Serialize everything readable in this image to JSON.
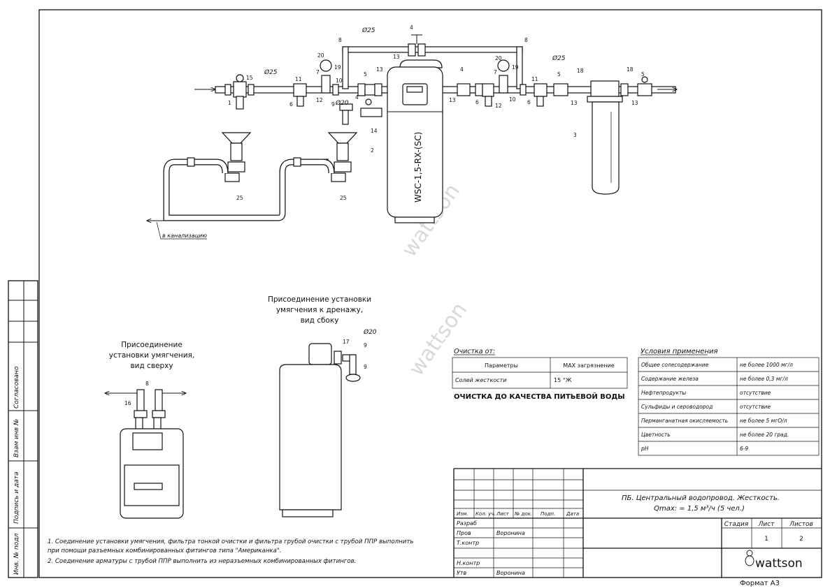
{
  "scheme": {
    "model_label": "WSC-1,5-RX-(SC)",
    "pipe_diameters": {
      "main": "Ø25",
      "drain": "Ø20"
    },
    "drain_label": "в канализацию",
    "position_numbers": [
      "1",
      "2",
      "3",
      "4",
      "5",
      "6",
      "7",
      "8",
      "9",
      "10",
      "11",
      "12",
      "13",
      "14",
      "15",
      "16",
      "17",
      "18",
      "19",
      "20",
      "25"
    ]
  },
  "side_view": {
    "title_lines": [
      "Присоединение установки",
      "умягчения к дренажу,",
      "вид сбоку"
    ],
    "diameter": "Ø20"
  },
  "top_view": {
    "title_lines": [
      "Присоединение",
      "установки умягчения,",
      "вид сверху"
    ]
  },
  "cleaning": {
    "title": "Очистка от:",
    "headers": [
      "Параметры",
      "MAX загрязнение"
    ],
    "rows": [
      {
        "param": "Солей жесткости",
        "value": "15 °Ж"
      }
    ],
    "quality_note": "ОЧИСТКА ДО КАЧЕСТВА ПИТЬЕВОЙ ВОДЫ"
  },
  "conditions": {
    "title": "Условия применения",
    "rows": [
      {
        "param": "Общее солесодержание",
        "value": "не более 1000 мг/л"
      },
      {
        "param": "Содержание железа",
        "value": "не более 0,3 мг/л"
      },
      {
        "param": "Нефтепродукты",
        "value": "отсутствие"
      },
      {
        "param": "Сульфиды и сероводород",
        "value": "отсутствие"
      },
      {
        "param": "Перманганатная окисляемость",
        "value": "не более 5 мгО/л"
      },
      {
        "param": "Цветность",
        "value": "не более 20 град."
      },
      {
        "param": "pH",
        "value": "6-9"
      }
    ]
  },
  "notes": [
    "1. Соединение установки умягчения, фильтра тонкой очистки и фильтра грубой очистки с трубой ППР выполнить",
    "при помощи разъемных комбинированных фитингов типа \"Американка\".",
    "2. Соединение арматуры с трубой ППР выполнить из неразъемных комбинированных фитингов."
  ],
  "side_stamp": [
    "Согласовано",
    "Взам инв №",
    "Подпись и дата",
    "Инв. № подл"
  ],
  "title_block": {
    "project_line": "ПБ. Центральный водопровод. Жесткость.",
    "flow_line": "Qmax: = 1,5 м³/ч (5 чел.)",
    "header_cells": [
      "Изм.",
      "Кол. уч.",
      "Лист",
      "№ док.",
      "Подп.",
      "Дата"
    ],
    "roles": [
      {
        "role": "Разраб",
        "name": ""
      },
      {
        "role": "Пров",
        "name": "Воронина"
      },
      {
        "role": "Т.контр",
        "name": ""
      },
      {
        "role": "",
        "name": ""
      },
      {
        "role": "Н.контр",
        "name": ""
      },
      {
        "role": "Утв",
        "name": "Воронина"
      }
    ],
    "stage_label": "Стадия",
    "sheet_label": "Лист",
    "sheets_label": "Листов",
    "sheet": "1",
    "sheets": "2",
    "brand": "wattson",
    "format": "Формат   А3"
  },
  "watermark": "wattson"
}
